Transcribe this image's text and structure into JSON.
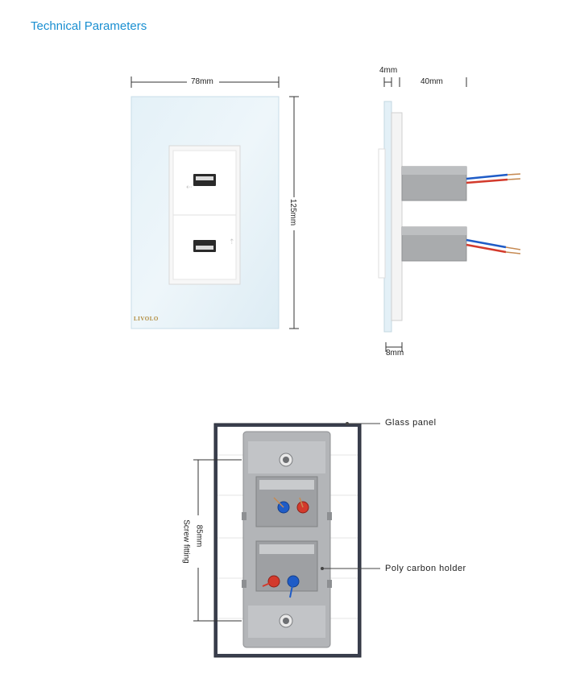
{
  "header": {
    "title": "Technical Parameters"
  },
  "dimensions": {
    "width": "78mm",
    "height": "125mm",
    "glass_thickness": "4mm",
    "depth": "40mm",
    "frame_thickness": "8mm",
    "screw_fitting_size": "85mm",
    "screw_fitting_label": "Screw fitting"
  },
  "brand": {
    "logo_text": "LIVOLO"
  },
  "callouts": {
    "glass_panel": "Glass panel",
    "holder": "Poly carbon holder"
  }
}
